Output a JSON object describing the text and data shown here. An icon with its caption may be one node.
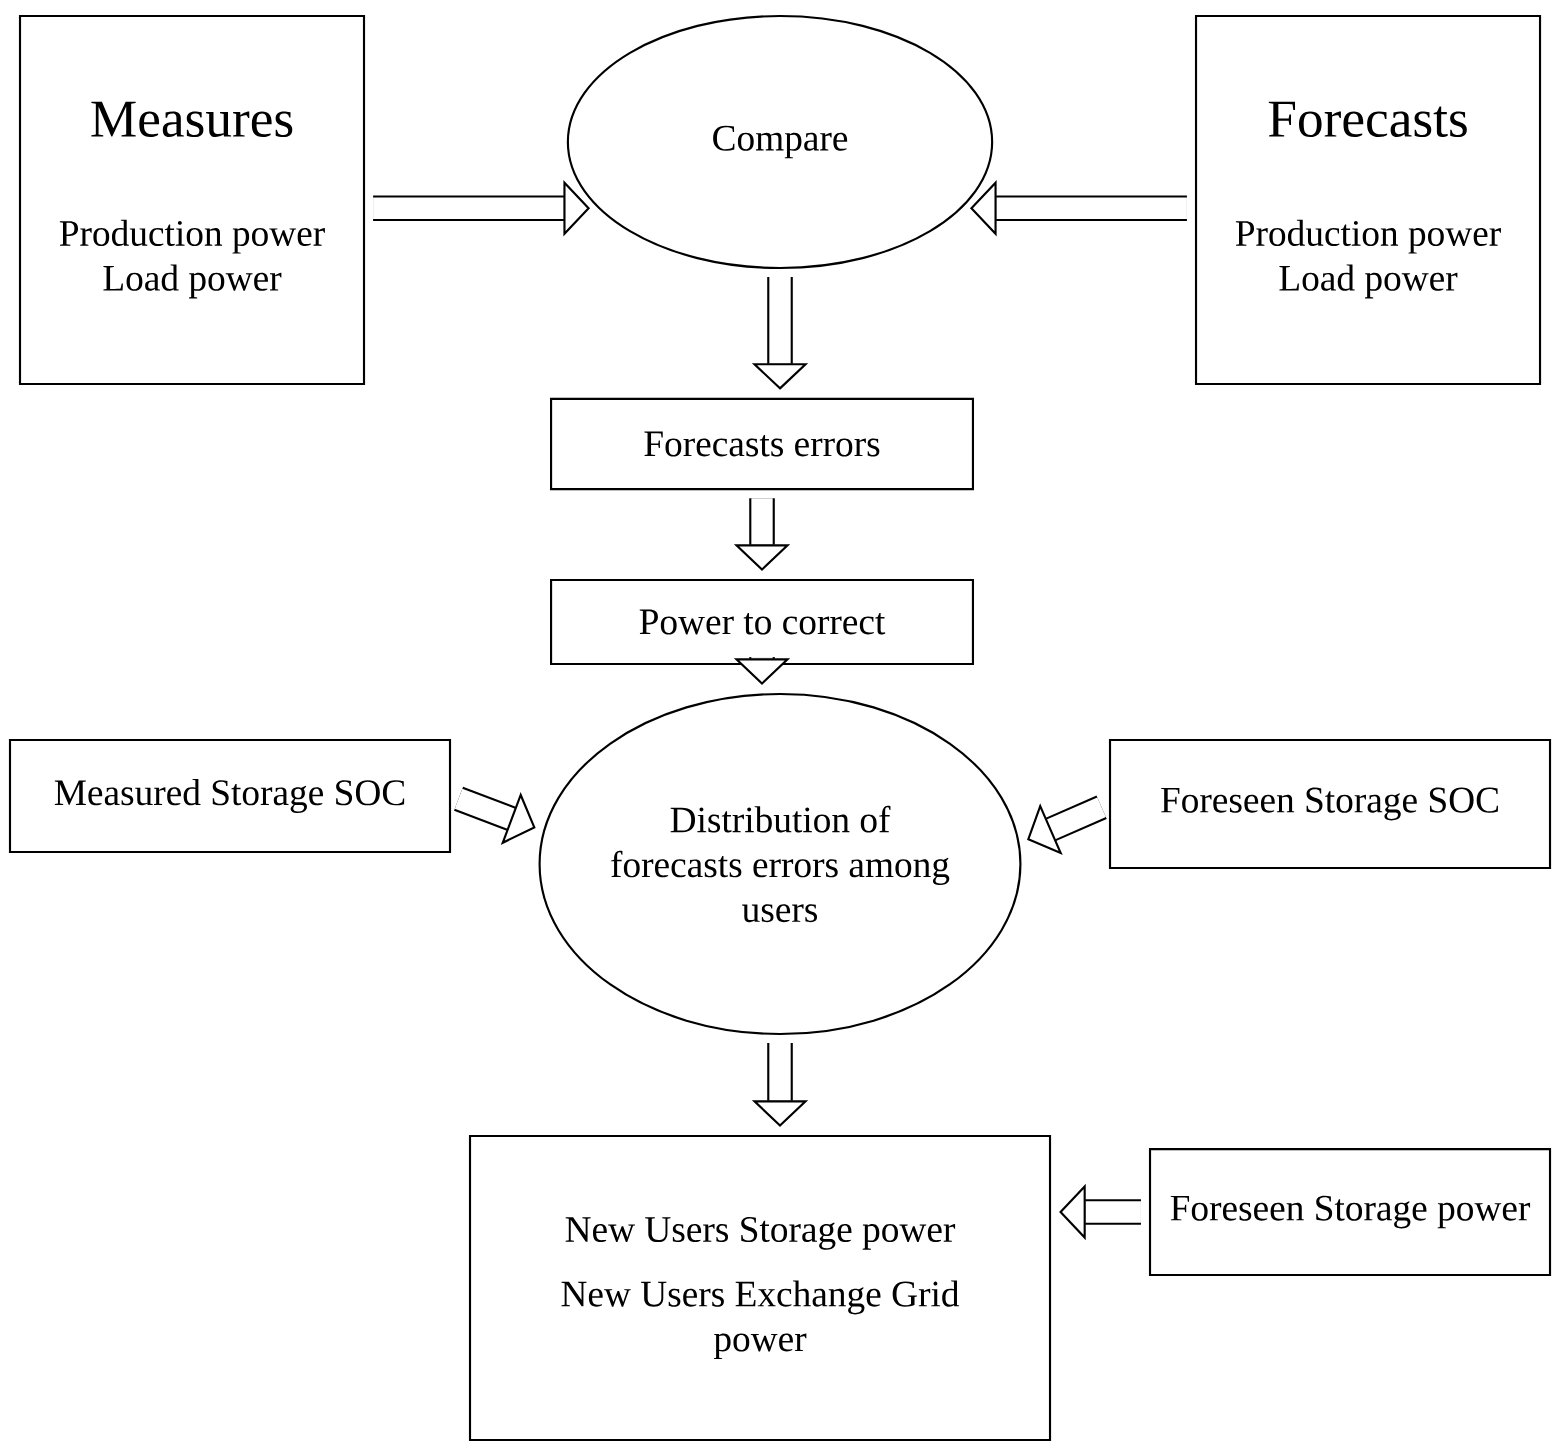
{
  "diagram": {
    "nodes": [
      {
        "text": [
          "Measures",
          "Production power Load power"
        ]
      },
      {
        "text": [
          "Compare"
        ]
      },
      {
        "text": [
          "Forecasts",
          "Production power Load power"
        ]
      },
      {
        "text": [
          "Forecasts errors"
        ]
      },
      {
        "text": [
          "Power to correct"
        ]
      },
      {
        "text": [
          "Distribution of forecasts errors among users"
        ]
      },
      {
        "text": [
          "Measured Storage SOC"
        ]
      },
      {
        "text": [
          "Foreseen Storage SOC"
        ]
      },
      {
        "text": [
          "New Users Storage power",
          "New Users Exchange Grid power"
        ]
      },
      {
        "text": [
          "Foreseen Storage power"
        ]
      }
    ],
    "edges": [
      {
        "from": 0,
        "to": 1,
        "arrow": "to"
      },
      {
        "from": 2,
        "to": 1,
        "arrow": "to"
      },
      {
        "from": 1,
        "to": 3,
        "arrow": "to"
      },
      {
        "from": 3,
        "to": 4,
        "arrow": "to"
      },
      {
        "from": 4,
        "to": 5,
        "arrow": "to"
      },
      {
        "from": 6,
        "to": 5,
        "arrow": "to"
      },
      {
        "from": 7,
        "to": 5,
        "arrow": "to"
      },
      {
        "from": 5,
        "to": 8,
        "arrow": "to"
      },
      {
        "from": 9,
        "to": 8,
        "arrow": "to"
      }
    ]
  }
}
